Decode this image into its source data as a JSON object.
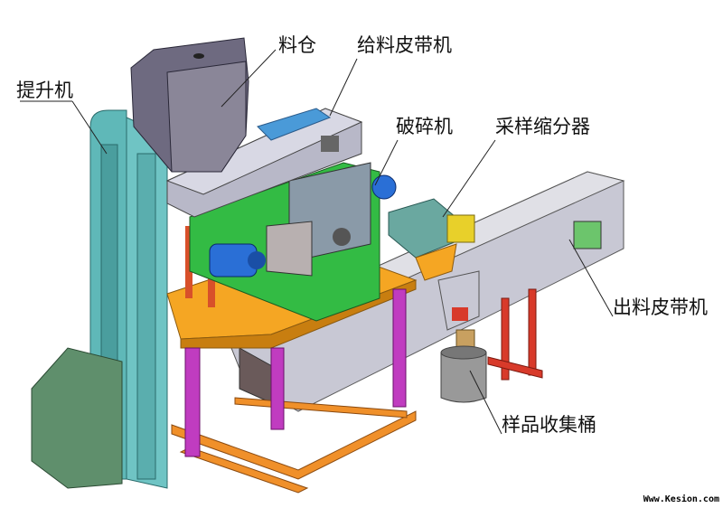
{
  "labels": {
    "hopper": "料仓",
    "feed_belt": "给料皮带机",
    "elevator": "提升机",
    "crusher": "破碎机",
    "divider": "采样缩分器",
    "discharge_belt": "出料皮带机",
    "sample_bucket": "样品收集桶"
  },
  "watermark": "Www.Kesion.com",
  "colors": {
    "elevator": "#6fc4c4",
    "hopper": "#6e6a80",
    "platform": "#f5a623",
    "frame_legs": "#c03cc0",
    "belt_body": "#c8c8d4",
    "green": "#33bb44",
    "motor": "#2a6fd6",
    "red_frame": "#d83a2a",
    "bucket": "#999999"
  }
}
